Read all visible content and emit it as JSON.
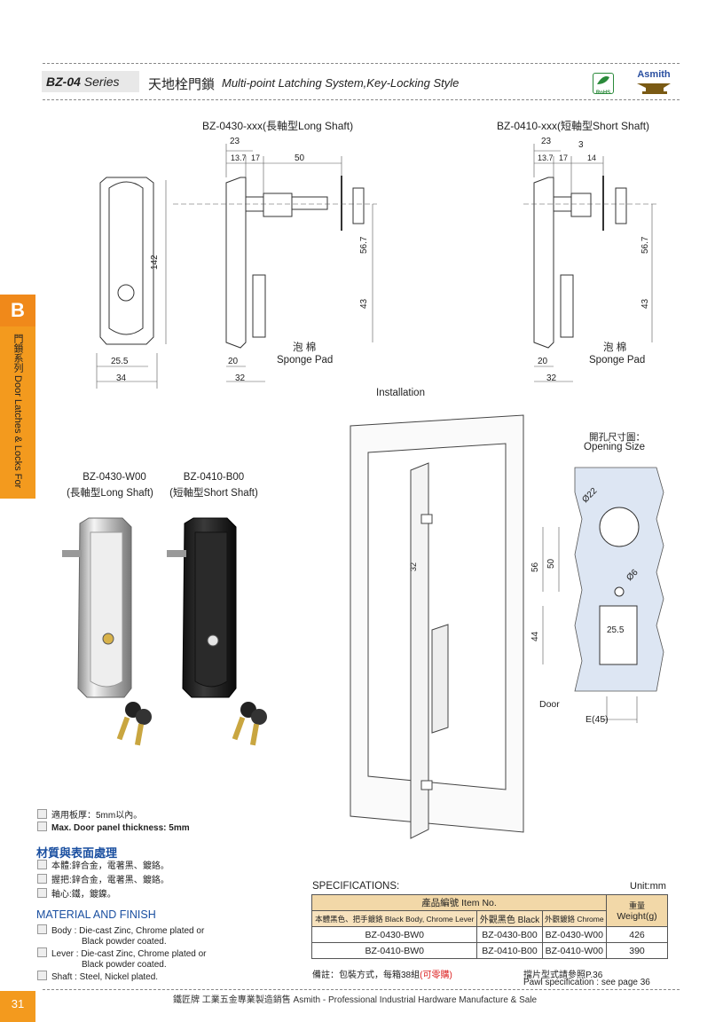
{
  "header": {
    "series_code": "BZ-04",
    "series_word": "Series",
    "title_cn": "天地栓門鎖",
    "title_en": "Multi-point Latching System,Key-Locking Style",
    "rohs": "RoHS",
    "brand": "Asmith"
  },
  "side_tab": {
    "letter": "B",
    "text": "門鎖系列 Door Latches & Locks For Panels"
  },
  "drawing_long": {
    "title": "BZ-0430-xxx(長軸型Long Shaft)",
    "dims": [
      "23",
      "13.7",
      "17",
      "50",
      "142",
      "56.7",
      "43",
      "25.5",
      "34",
      "20",
      "32"
    ],
    "sponge_cn": "泡  棉",
    "sponge_en": "Sponge Pad"
  },
  "drawing_short": {
    "title": "BZ-0410-xxx(短軸型Short Shaft)",
    "dims": [
      "23",
      "3",
      "13.7",
      "17",
      "14",
      "56.7",
      "43",
      "20",
      "32"
    ],
    "sponge_cn": "泡  棉",
    "sponge_en": "Sponge Pad"
  },
  "installation": {
    "label": "Installation",
    "dim": "32"
  },
  "opening": {
    "title_cn": "開孔尺寸圖：",
    "title_en": "Opening Size",
    "dims": [
      "Ø22",
      "56",
      "50",
      "Ø6",
      "25.5",
      "44"
    ],
    "door": "Door",
    "e_label": "E(45)"
  },
  "products": [
    {
      "code": "BZ-0430-W00",
      "desc": "(長軸型Long Shaft)"
    },
    {
      "code": "BZ-0410-B00",
      "desc": "(短軸型Short Shaft)"
    }
  ],
  "notes": [
    "適用板厚：5mm以內。",
    "Max. Door panel thickness: 5mm"
  ],
  "material_cn": {
    "title": "材質與表面處理",
    "items": [
      "本體:鋅合金，電著黑、鍍鉻。",
      "握把:鋅合金，電著黑、鍍鉻。",
      "軸心:鐵，鍍鎳。"
    ]
  },
  "material_en": {
    "title": "MATERIAL AND FINISH",
    "items": [
      {
        "line1": "Body : Die-cast Zinc, Chrome plated or",
        "line2": "Black powder coated."
      },
      {
        "line1": "Lever : Die-cast Zinc, Chrome plated or",
        "line2": "Black powder coated."
      },
      {
        "line1": "Shaft : Steel, Nickel plated.",
        "line2": ""
      }
    ]
  },
  "specs": {
    "title": "SPECIFICATIONS:",
    "unit": "Unit:mm",
    "item_no_header": "產品編號 Item No.",
    "weight_header_cn": "重量",
    "weight_header_en": "Weight(g)",
    "sub_headers": [
      "本體黑色、把手鍍鉻  Black Body, Chrome Lever",
      "外觀黑色 Black",
      "外觀鍍鉻 Chrome"
    ],
    "rows": [
      {
        "c1": "BZ-0430-BW0",
        "c2": "BZ-0430-B00",
        "c3": "BZ-0430-W00",
        "w": "426"
      },
      {
        "c1": "BZ-0410-BW0",
        "c2": "BZ-0410-B00",
        "c3": "BZ-0410-W00",
        "w": "390"
      }
    ],
    "remark_prefix": "備註：包裝方式，每箱38組",
    "remark_red": "(可零購)",
    "pawl_cn": "擋片型式請參照P.36",
    "pawl_en": "Pawl specification : see page 36"
  },
  "footer": {
    "page": "31",
    "text": "鐵匠牌  工業五金專業製造銷售  Asmith - Professional Industrial Hardware Manufacture & Sale"
  }
}
